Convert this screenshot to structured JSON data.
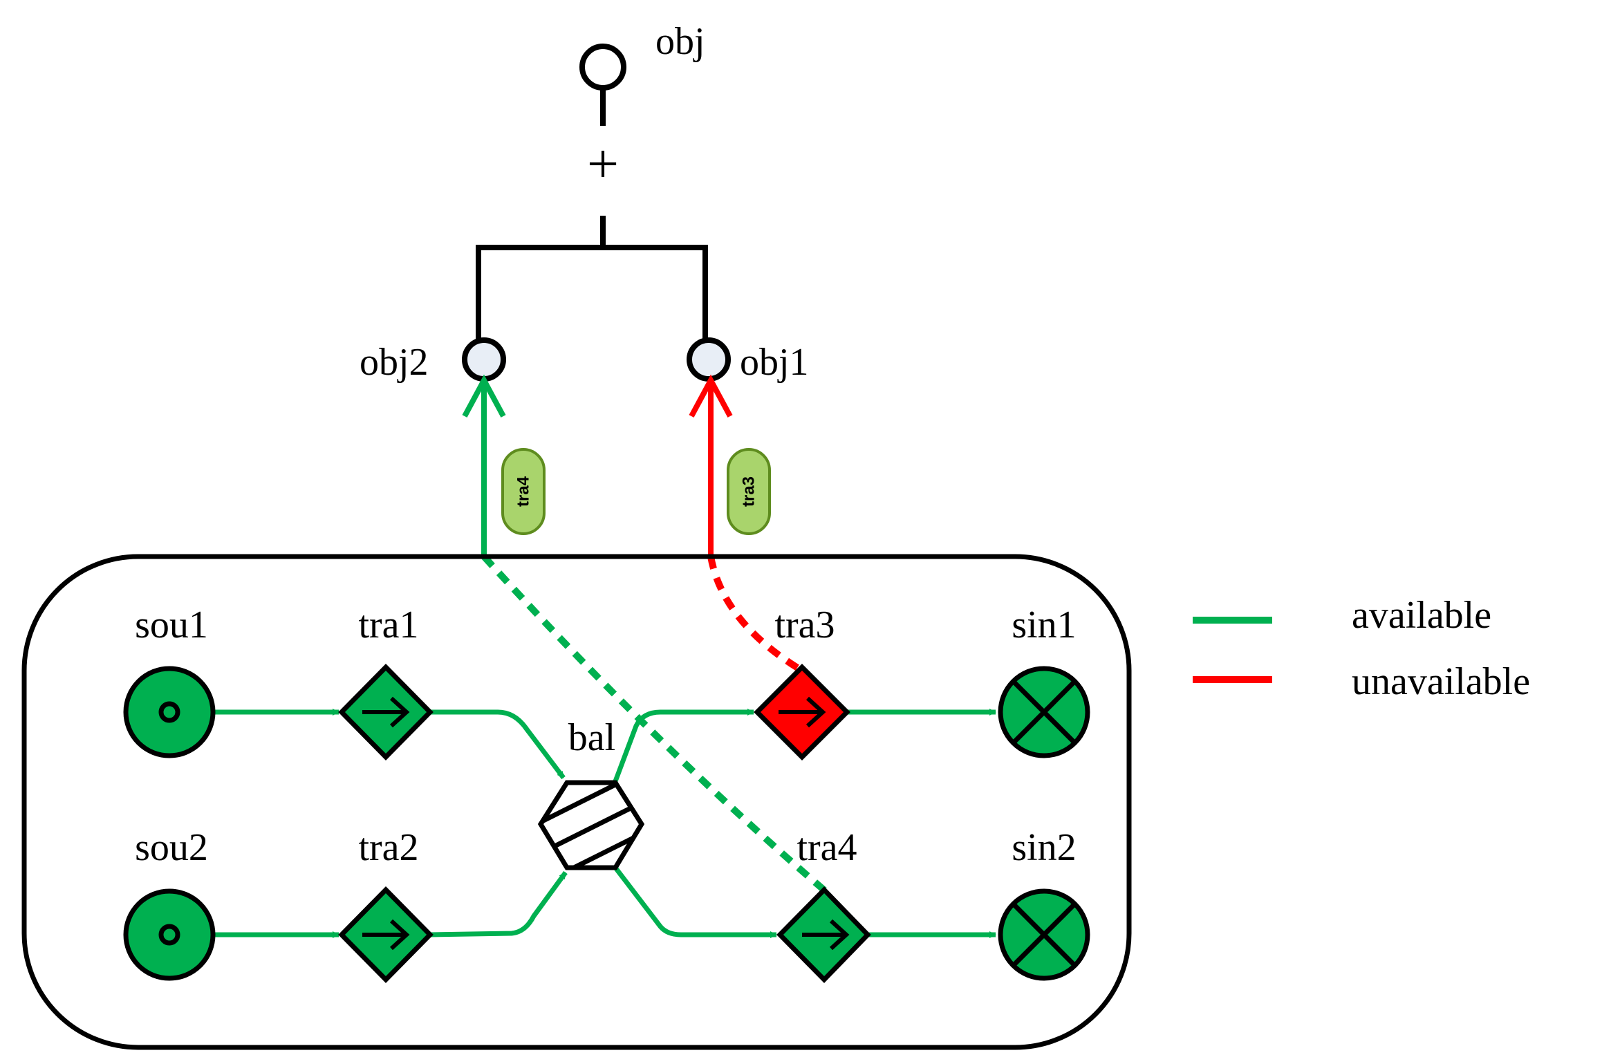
{
  "colors": {
    "available": "#00b050",
    "unavailable": "#ff0000",
    "node_fill": "#00b050",
    "failed_fill": "#ff0000",
    "objective_fill": "#e8eef6",
    "pill_fill": "#a9d46c",
    "pill_stroke": "#5e8c1e",
    "outline": "#000000"
  },
  "objectives": {
    "root": {
      "label": "obj",
      "operator": "+"
    },
    "obj2": {
      "label": "obj2"
    },
    "obj1": {
      "label": "obj1"
    }
  },
  "links": {
    "obj2_link": {
      "label": "tra4",
      "status": "available"
    },
    "obj1_link": {
      "label": "tra3",
      "status": "unavailable"
    }
  },
  "nodes": {
    "sou1": {
      "label": "sou1",
      "kind": "source",
      "status": "available"
    },
    "sou2": {
      "label": "sou2",
      "kind": "source",
      "status": "available"
    },
    "tra1": {
      "label": "tra1",
      "kind": "transfer",
      "status": "available"
    },
    "tra2": {
      "label": "tra2",
      "kind": "transfer",
      "status": "available"
    },
    "bal": {
      "label": "bal",
      "kind": "balance",
      "status": "available"
    },
    "tra3": {
      "label": "tra3",
      "kind": "transfer",
      "status": "unavailable"
    },
    "tra4": {
      "label": "tra4",
      "kind": "transfer",
      "status": "available"
    },
    "sin1": {
      "label": "sin1",
      "kind": "sink",
      "status": "available"
    },
    "sin2": {
      "label": "sin2",
      "kind": "sink",
      "status": "available"
    }
  },
  "legend": {
    "available": "available",
    "unavailable": "unavailable"
  }
}
